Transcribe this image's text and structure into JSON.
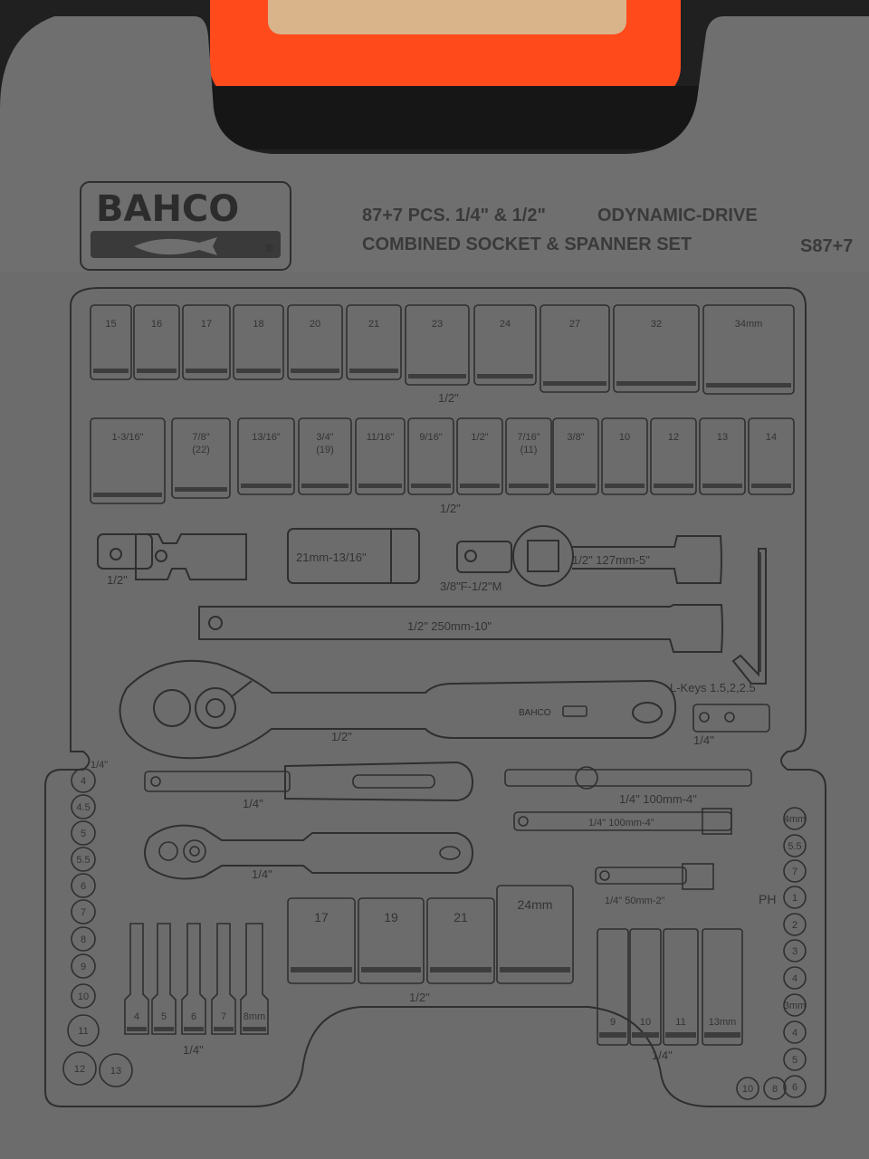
{
  "brand": {
    "name": "BAHCO",
    "registered": "®"
  },
  "header": {
    "line1": "87+7 PCS. 1/4\" & 1/2\"",
    "line1_right": "ODYNAMIC-DRIVE",
    "line2": "COMBINED SOCKET & SPANNER SET",
    "code": "S87+7"
  },
  "colors": {
    "tray": "#6f6f6f",
    "handle": "#ff4a1c",
    "wood": "#d9b48a",
    "foam": "#1b1b1b"
  },
  "sockets_row1": {
    "labels": [
      "15",
      "16",
      "17",
      "18",
      "20",
      "21",
      "23",
      "24",
      "27",
      "32",
      "34mm"
    ],
    "drive": "1/2\""
  },
  "sockets_row2": {
    "labels": [
      "1-3/16\"",
      "7/8\"",
      "13/16\"",
      "3/4\"",
      "11/16\"",
      "9/16\"",
      "1/2\"",
      "7/16\"",
      "3/8\"",
      "10",
      "12",
      "13",
      "14"
    ],
    "sublabels": [
      "",
      "(22)",
      "",
      "(19)",
      "",
      "",
      "",
      "(11)",
      "",
      "",
      "",
      "",
      ""
    ],
    "drive": "1/2\""
  },
  "accessories": {
    "ujoint_label": "1/2\"",
    "adapter_label": "21mm-13/16\"",
    "reducer_label": "3/8\"F-1/2\"M",
    "ext127_label": "1/2\"  127mm-5\"",
    "ext250_label": "1/2\"  250mm-10\"",
    "ratchet_half_label": "1/2\"",
    "ratchet_brand": "BAHCO",
    "lkeys_label": "L-Keys 1.5,2,2.5",
    "ujoint_small_label": "1/4\"",
    "screwdriver_label": "1/4\"",
    "ext100_label": "1/4\"  100mm-4\"",
    "ext100b_label": "1/4\"  100mm-4\"",
    "ratchet_quarter_label": "1/4\"",
    "ext50_label": "1/4\"  50mm-2\"",
    "ph_label": "PH"
  },
  "left_column": {
    "header": "1/4\"",
    "labels": [
      "4",
      "4.5",
      "5",
      "5.5",
      "6",
      "7",
      "8",
      "9",
      "10",
      "11",
      "12",
      "13"
    ]
  },
  "right_column": {
    "labels": [
      "4mm",
      "5.5",
      "7",
      "1",
      "2",
      "3",
      "4",
      "3mm",
      "4",
      "5",
      "6"
    ],
    "bottom": [
      "10",
      "8"
    ]
  },
  "hex_bits": {
    "labels": [
      "4",
      "5",
      "6",
      "7",
      "8mm"
    ],
    "drive": "1/4\""
  },
  "deep_sockets_half": {
    "labels": [
      "17",
      "19",
      "21",
      "24mm"
    ],
    "drive": "1/2\""
  },
  "deep_sockets_quarter": {
    "labels": [
      "9",
      "10",
      "11",
      "13mm"
    ],
    "drive": "1/4\""
  }
}
